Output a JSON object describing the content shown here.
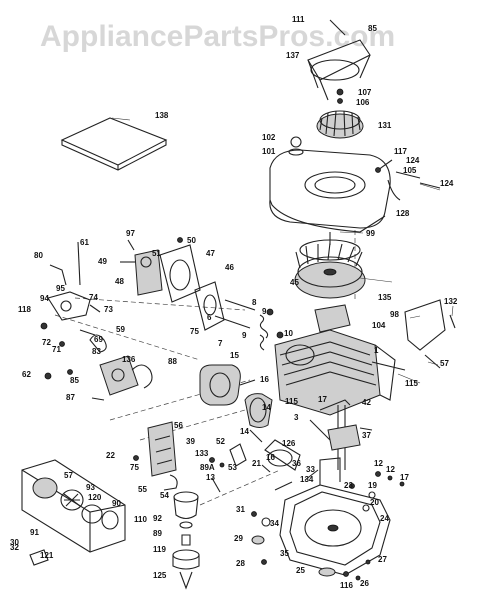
{
  "watermark": "AppliancePartsPros.com",
  "labels": [
    "111",
    "85",
    "137",
    "107",
    "106",
    "131",
    "138",
    "102",
    "101",
    "117",
    "124",
    "105",
    "124",
    "128",
    "99",
    "97",
    "50",
    "61",
    "49",
    "51",
    "47",
    "46",
    "48",
    "80",
    "95",
    "94",
    "74",
    "118",
    "73",
    "45",
    "135",
    "132",
    "98",
    "104",
    "8",
    "9",
    "6",
    "75",
    "10",
    "9",
    "7",
    "59",
    "69",
    "72",
    "71",
    "83",
    "136",
    "88",
    "62",
    "85",
    "87",
    "15",
    "16",
    "1",
    "57",
    "115",
    "115",
    "17",
    "3",
    "42",
    "37",
    "56",
    "52",
    "14",
    "14",
    "16",
    "21",
    "22",
    "57",
    "89A",
    "133",
    "39",
    "75",
    "53",
    "36",
    "55",
    "13",
    "54",
    "93",
    "120",
    "90",
    "110",
    "91",
    "92",
    "89",
    "119",
    "121",
    "125",
    "134",
    "126",
    "23",
    "12",
    "12",
    "17",
    "19",
    "20",
    "31",
    "29",
    "34",
    "33",
    "35",
    "24",
    "25",
    "116",
    "26",
    "27",
    "28",
    "30",
    "32"
  ],
  "icons": {
    "housing": "diagram-blower-housing",
    "flywheel": "diagram-flywheel",
    "crankshaft": "diagram-crankshaft",
    "cylinder": "diagram-cylinder-block",
    "base": "diagram-crankcase-base",
    "carburetor": "diagram-carburetor"
  }
}
